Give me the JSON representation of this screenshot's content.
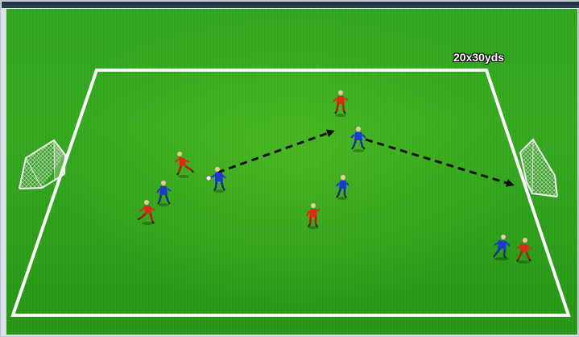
{
  "diagram": {
    "dimension_label": "20x30yds",
    "colors": {
      "grass": "#2fa51d",
      "lines": "#ffffff",
      "red_team": "#dd2a16",
      "blue_team": "#1e3ac8",
      "pass_arrow": "#111111",
      "goal_frame": "#f2f2f2"
    },
    "icons": {
      "player": "soccer-player-figure",
      "goal": "portable-goal",
      "ball": "soccer-ball"
    }
  }
}
